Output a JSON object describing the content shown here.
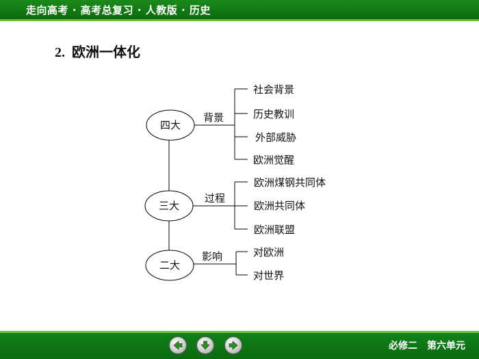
{
  "header": {
    "title": "走向高考 · 高考总复习 · 人教版 · 历史"
  },
  "heading": {
    "number": "2.",
    "text": "欧洲一体化"
  },
  "diagram": {
    "groups": [
      {
        "node": "四大",
        "label": "背景",
        "items": [
          "社会背景",
          "历史教训",
          "外部威胁",
          "欧洲觉醒"
        ]
      },
      {
        "node": "三大",
        "label": "过程",
        "items": [
          "欧洲煤钢共同体",
          "欧洲共同体",
          "欧洲联盟"
        ]
      },
      {
        "node": "二大",
        "label": "影响",
        "items": [
          "对欧洲",
          "对世界"
        ]
      }
    ]
  },
  "footer": {
    "module": "必修二",
    "unit": "第六单元"
  },
  "nav": {
    "icons": [
      "arrow-left-icon",
      "arrow-down-icon",
      "arrow-right-icon"
    ]
  },
  "colors": {
    "bar": "#0b6a0b",
    "accent_line": "#6dbf3a",
    "arrow": "#2e8b2e"
  }
}
